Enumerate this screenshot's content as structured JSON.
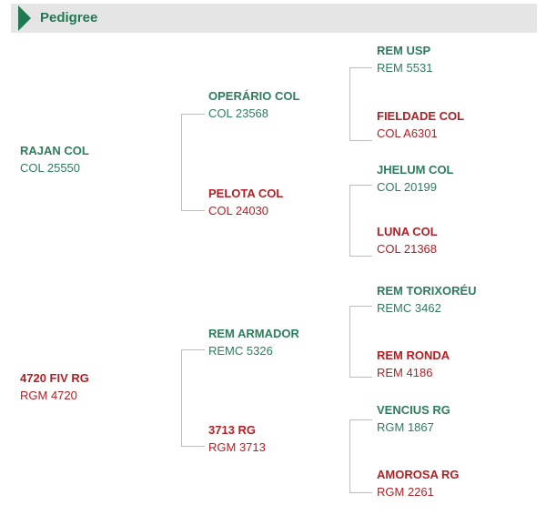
{
  "section": {
    "title": "Pedigree"
  },
  "pedigree": {
    "sire": {
      "name": "RAJAN COL",
      "reg": "COL 25550",
      "sex": "male",
      "sire": {
        "name": "OPERÁRIO COL",
        "reg": "COL 23568",
        "sex": "male",
        "sire": {
          "name": "REM USP",
          "reg": "REM 5531",
          "sex": "male"
        },
        "dam": {
          "name": "FIELDADE COL",
          "reg": "COL A6301",
          "sex": "female"
        }
      },
      "dam": {
        "name": "PELOTA COL",
        "reg": "COL 24030",
        "sex": "female",
        "sire": {
          "name": "JHELUM COL",
          "reg": "COL 20199",
          "sex": "male"
        },
        "dam": {
          "name": "LUNA COL",
          "reg": "COL 21368",
          "sex": "female"
        }
      }
    },
    "dam": {
      "name": "4720 FIV RG",
      "reg": "RGM 4720",
      "sex": "female",
      "sire": {
        "name": "REM ARMADOR",
        "reg": "REMC 5326",
        "sex": "male",
        "sire": {
          "name": "REM TORIXORÉU",
          "reg": "REMC 3462",
          "sex": "male"
        },
        "dam": {
          "name": "REM RONDA",
          "reg": "REM 4186",
          "sex": "female"
        }
      },
      "dam": {
        "name": "3713 RG",
        "reg": "RGM 3713",
        "sex": "female",
        "sire": {
          "name": "VENCIUS RG",
          "reg": "RGM 1867",
          "sex": "male"
        },
        "dam": {
          "name": "AMOROSA RG",
          "reg": "RGM 2261",
          "sex": "female"
        }
      }
    }
  },
  "colors": {
    "male": "#2e7d5b",
    "female": "#b21f24",
    "header_bg": "#e5e5e5",
    "accent": "#1f7a52"
  }
}
